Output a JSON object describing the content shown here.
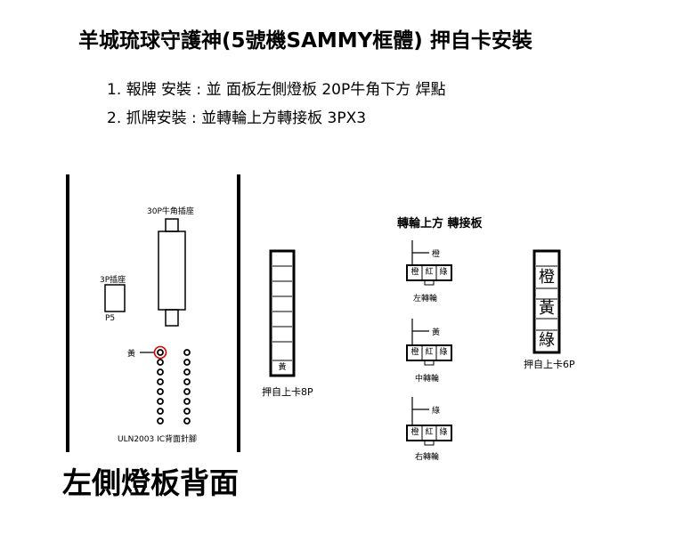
{
  "title": "羊城琉球守護神(5號機SAMMY框體)  押自卡安裝",
  "notes": [
    "1. 報牌 安裝 : 並 面板左側燈板  20P牛角下方 焊點",
    "2. 抓牌安裝 :  並轉輪上方轉接板 3PX3"
  ],
  "left_board": {
    "connector_30p_label": "30P牛角插座",
    "connector_3p_label": "3P插座",
    "p5_label": "P5",
    "yellow_label": "黃",
    "ic_label": "ULN2003 IC背面針腳",
    "board_title": "左側燈板背面"
  },
  "card_8p": {
    "cell_label": "黃",
    "caption": "押自上卡8P"
  },
  "reel_board": {
    "heading": "轉輪上方 轉接板",
    "reels": [
      {
        "wire": "橙",
        "pins": [
          "橙",
          "紅",
          "綠"
        ],
        "caption": "左轉輪"
      },
      {
        "wire": "黃",
        "pins": [
          "橙",
          "紅",
          "綠"
        ],
        "caption": "中轉輪"
      },
      {
        "wire": "綠",
        "pins": [
          "橙",
          "紅",
          "綠"
        ],
        "caption": "右轉輪"
      }
    ]
  },
  "card_6p": {
    "cells": [
      "橙",
      "黃",
      "綠"
    ],
    "caption": "押自上卡6P"
  }
}
